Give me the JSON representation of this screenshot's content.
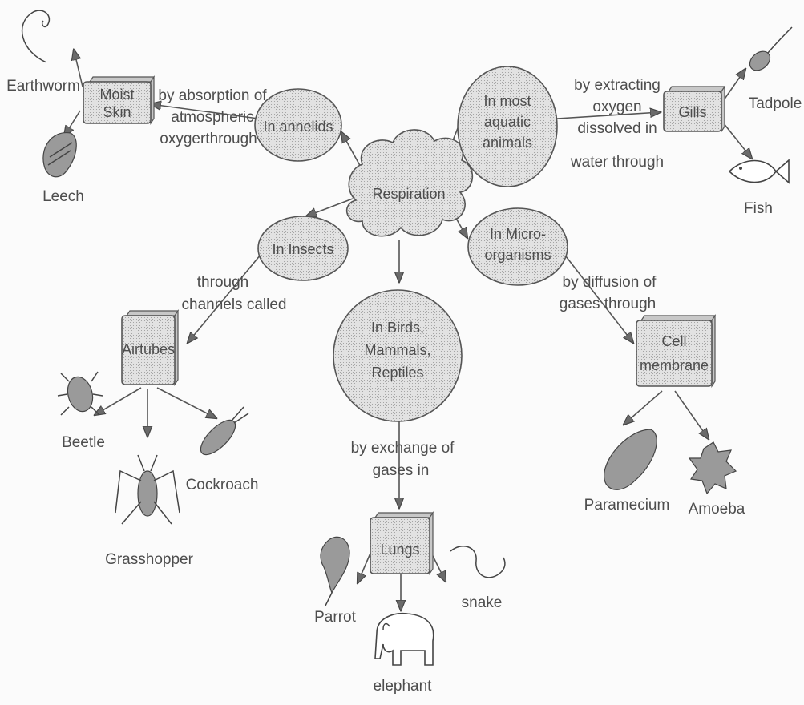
{
  "center": {
    "label": "Respiration"
  },
  "nodes": {
    "annelids": "In annelids",
    "aquatic": [
      "In most",
      "aquatic",
      "animals"
    ],
    "insects": "In Insects",
    "micro": [
      "In Micro-",
      "organisms"
    ],
    "birds": [
      "In Birds,",
      "Mammals,",
      "Reptiles"
    ]
  },
  "organs": {
    "moist_skin": [
      "Moist",
      "Skin"
    ],
    "gills": "Gills",
    "airtubes": "Airtubes",
    "cell_membrane": [
      "Cell",
      "membrane"
    ],
    "lungs": "Lungs"
  },
  "connectors": {
    "absorption": [
      "by absorption of",
      "atmospheric",
      "oxygerthrough"
    ],
    "extracting": [
      "by extracting",
      "oxygen",
      "dissolved in",
      "water through"
    ],
    "channels": [
      "through",
      "channels called"
    ],
    "diffusion": [
      "by diffusion of",
      "gases through"
    ],
    "exchange": [
      "by exchange of",
      "gases in"
    ]
  },
  "examples": {
    "earthworm": "Earthworm",
    "leech": "Leech",
    "tadpole": "Tadpole",
    "fish": "Fish",
    "beetle": "Beetle",
    "cockroach": "Cockroach",
    "grasshopper": "Grasshopper",
    "paramecium": "Paramecium",
    "amoeba": "Amoeba",
    "parrot": "Parrot",
    "snake": "snake",
    "elephant": "elephant"
  }
}
